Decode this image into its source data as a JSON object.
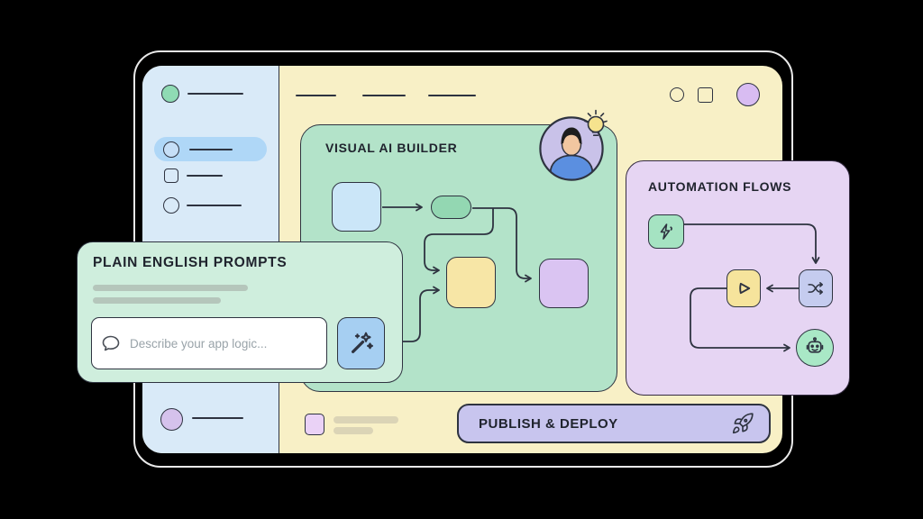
{
  "window": {
    "controls": [
      {
        "icon": "circle-outline-icon"
      },
      {
        "icon": "square-outline-icon"
      },
      {
        "icon": "circle-filled-icon"
      }
    ],
    "topbar_menu_items": 3
  },
  "sidebar": {
    "items": [
      {
        "icon": "dot-filled-green-icon",
        "active": false
      },
      {
        "icon": "dot-outline-icon",
        "active": true
      },
      {
        "icon": "square-outline-icon",
        "active": false
      },
      {
        "icon": "dot-outline-icon",
        "active": false
      },
      {
        "icon": "dot-filled-purple-icon",
        "active": false
      }
    ]
  },
  "builder": {
    "title": "VISUAL AI BUILDER",
    "avatar_icon": "user-avatar-icon",
    "avatar_badge_icon": "lightbulb-icon",
    "nodes": [
      {
        "id": "input-node",
        "color": "#CBE6F8"
      },
      {
        "id": "step-pill-node",
        "color": "#93D7B2"
      },
      {
        "id": "action-node",
        "color": "#F7E6A6"
      },
      {
        "id": "output-node",
        "color": "#DAC4F2"
      }
    ]
  },
  "automation": {
    "title": "AUTOMATION FLOWS",
    "nodes": [
      {
        "id": "trigger-node",
        "icon": "lightning-icon",
        "color": "#A5E3C2"
      },
      {
        "id": "run-node",
        "icon": "play-icon",
        "color": "#F6E49C"
      },
      {
        "id": "route-node",
        "icon": "shuffle-icon",
        "color": "#C5CCEF"
      },
      {
        "id": "bot-node",
        "icon": "robot-icon",
        "color": "#A9E8C6"
      }
    ]
  },
  "prompts": {
    "title": "PLAIN ENGLISH PROMPTS",
    "input_placeholder": "Describe your app logic...",
    "input_value": "",
    "input_icon": "speech-bubble-icon",
    "action_icon": "magic-wand-icon"
  },
  "publish": {
    "label": "PUBLISH & DEPLOY",
    "icon": "rocket-icon"
  },
  "colors": {
    "background": "#000000",
    "window_bg": "#F8F0C6",
    "sidebar_bg": "#D9EAF8",
    "sidebar_active_bg": "#AFD7F7",
    "builder_panel_bg": "#B3E3C9",
    "automation_panel_bg": "#E6D5F3",
    "prompts_card_bg": "#CFEEDD",
    "publish_button_bg": "#C8C5EE",
    "wand_button_bg": "#A6CFF2",
    "outline": "#2E3340"
  }
}
